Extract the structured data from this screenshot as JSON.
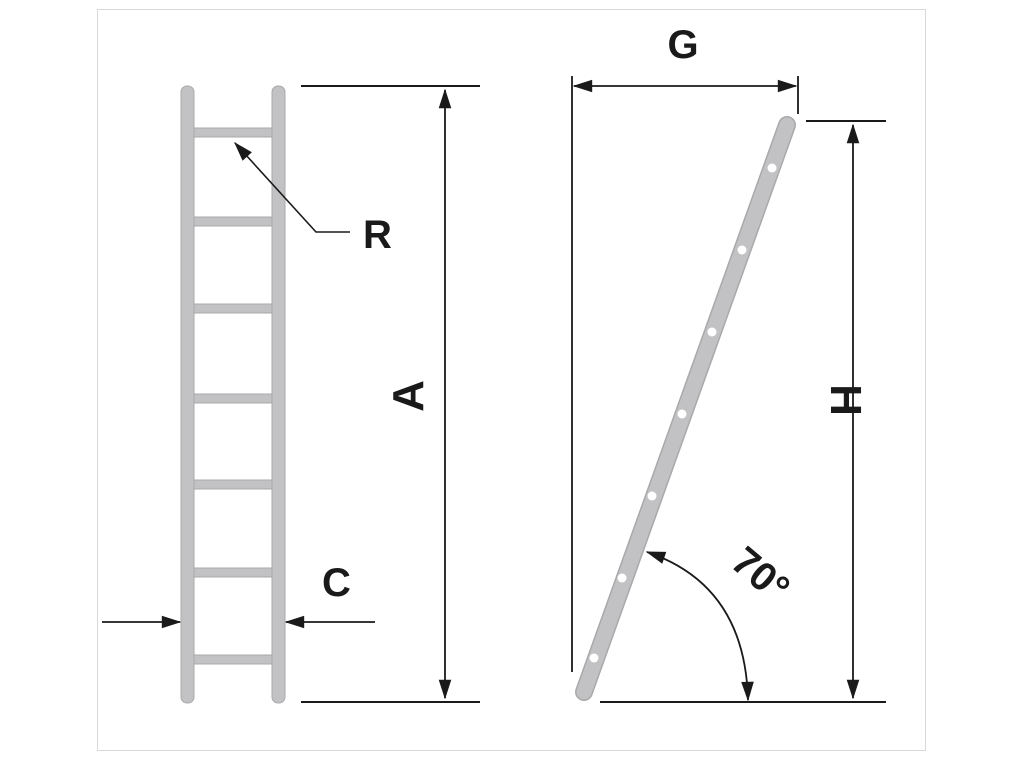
{
  "labels": {
    "rung_spacing": "R",
    "ladder_length": "A",
    "ladder_width": "C",
    "base_distance": "G",
    "working_height": "H",
    "angle": "70°"
  },
  "colors": {
    "ladder": "#c2c2c4",
    "ladder_edge": "#a9a9ab",
    "line": "#1a1a1a",
    "frame": "#d8d8d8"
  }
}
